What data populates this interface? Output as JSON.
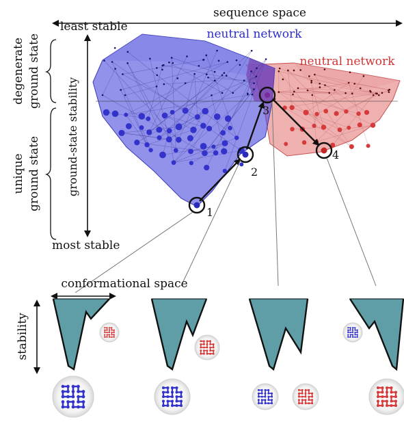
{
  "labels": {
    "sequence_space": "sequence space",
    "least_stable": "least stable",
    "most_stable": "most stable",
    "neutral_network_blue": "neutral network",
    "neutral_network_red": "neutral network",
    "degenerate_line1": "degenerate",
    "degenerate_line2": "ground state",
    "unique_line1": "unique",
    "unique_line2": "ground state",
    "ground_state_stability": "ground-state stability",
    "conformational_space": "conformational space",
    "stability": "stability"
  },
  "path_points": [
    {
      "label": "1"
    },
    {
      "label": "2"
    },
    {
      "label": "3"
    },
    {
      "label": "4"
    }
  ],
  "colors": {
    "blue_network": "#3333cc",
    "blue_fill": "#5a5ae0",
    "red_network": "#d63a3a",
    "red_fill": "#e06060",
    "funnel_fill": "#5f9ea6",
    "text": "#111111"
  }
}
